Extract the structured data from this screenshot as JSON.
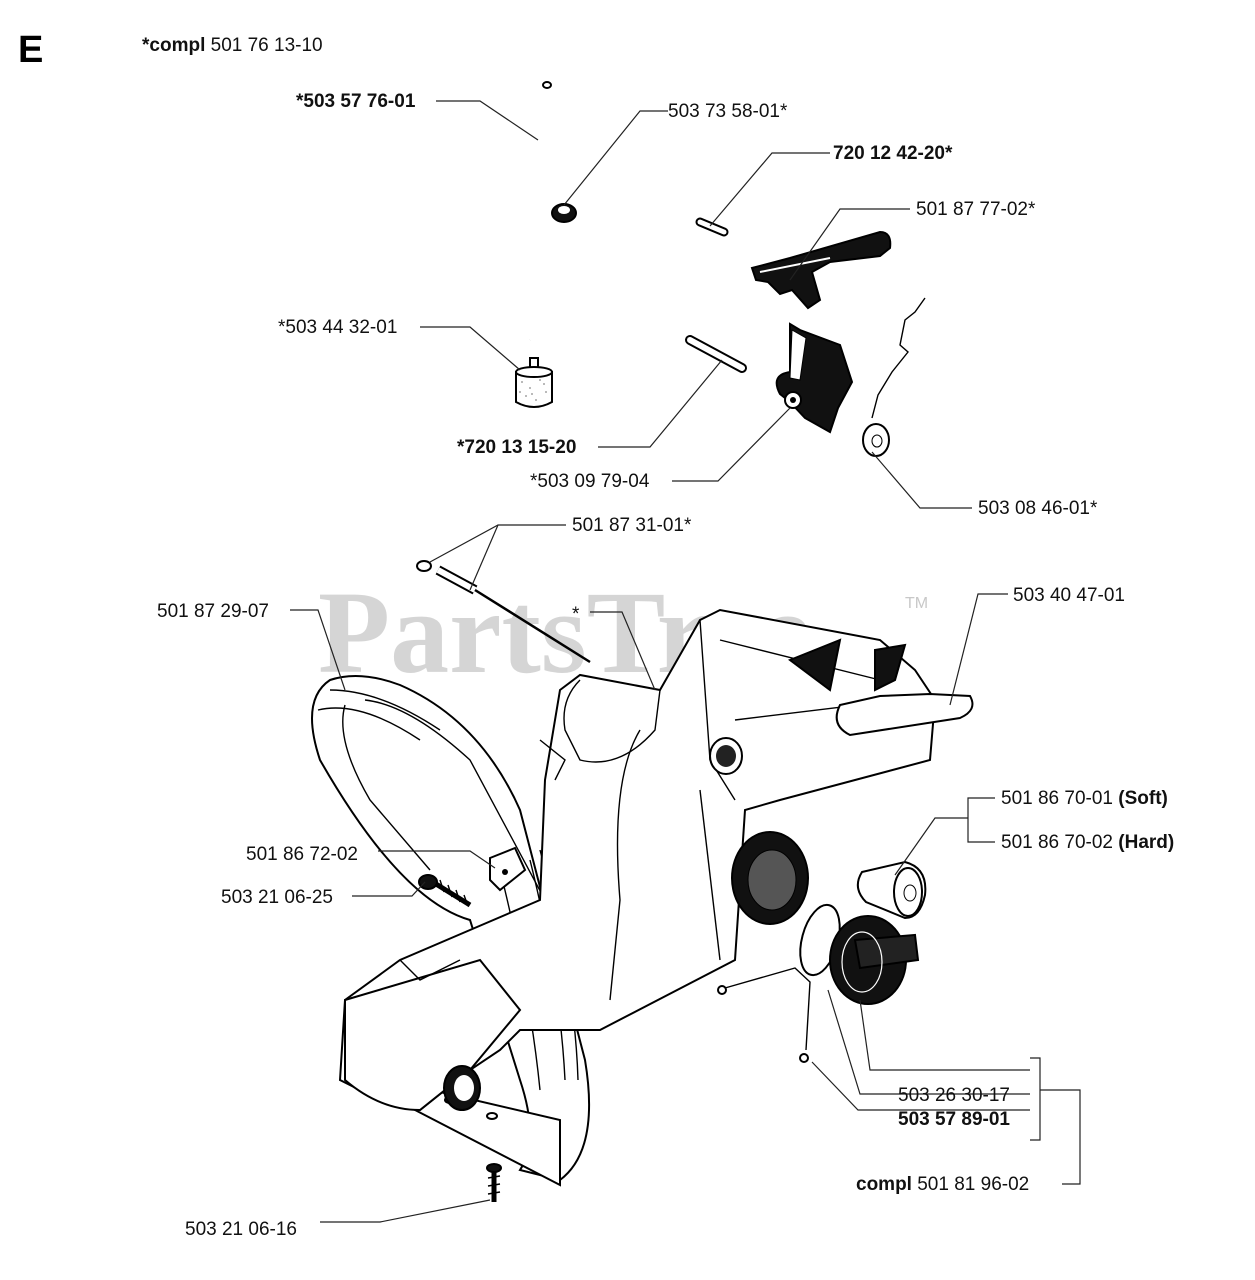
{
  "section_letter": "E",
  "header": {
    "prefix": "*compl",
    "number": "501 76 13-10"
  },
  "watermark": {
    "text": "PartsTree",
    "tm": "TM"
  },
  "parts": {
    "fuel_hose": "*503 57 76-01",
    "grommet": "503 73 58-01*",
    "fuel_filter": "*503 44 32-01",
    "pin_upper": "720 12 42-20*",
    "throttle_trigger": "501 87 77-02*",
    "pin_lower": "*720 13 15-20",
    "throttle_lockout": "*503 09 79-04",
    "spring": "503 08 46-01*",
    "stud": "501 87 31-01*",
    "star": "*",
    "front_handle": "501 87 29-07",
    "rear_trigger_guard": "503 40 47-01",
    "av_soft_number": "501 86 70-01",
    "av_soft_label": "(Soft)",
    "av_hard_number": "501 86 70-02",
    "av_hard_label": "(Hard)",
    "bracket": "501 86 72-02",
    "screw_upper": "503 21 06-25",
    "oring": "503 26 30-17",
    "cap_strap": "503 57 89-01",
    "cap_compl_prefix": "compl",
    "cap_compl_number": "501 81 96-02",
    "screw_lower": "503 21 06-16"
  }
}
